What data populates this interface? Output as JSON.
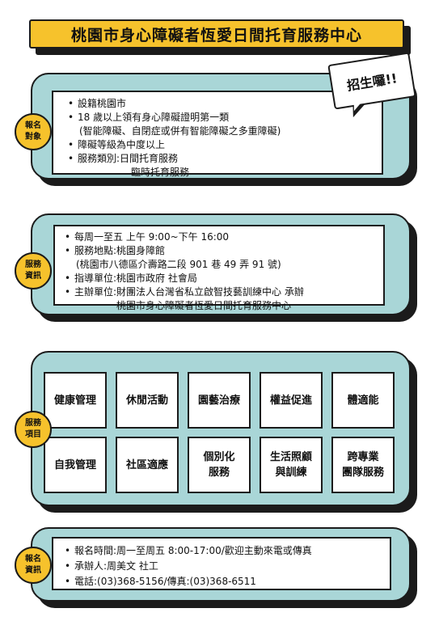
{
  "title": "桃園市身心障礙者恆愛日間托育服務中心",
  "bubble": "招生囉!!",
  "enrollment": {
    "badge": [
      "報名",
      "對象"
    ],
    "lines": [
      "設籍桃園市",
      "18 歲以上領有身心障礙證明第一類",
      "(智能障礙、自閉症或併有智能障礙之多重障礙)",
      "障礙等級為中度以上",
      "服務類別:日間托育服務",
      "臨時托育服務"
    ]
  },
  "service_info": {
    "badge": [
      "服務",
      "資訊"
    ],
    "lines": [
      "每周一至五 上午 9:00~下午 16:00",
      "服務地點:桃園身障館",
      "(桃園市八德區介壽路二段 901 巷 49 弄 91 號)",
      "指導單位:桃園市政府 社會局",
      "主辦單位:財團法人台灣省私立啟智技藝訓練中心 承辦",
      "桃園市身心障礙者恆愛日間托育服務中心"
    ]
  },
  "service_items": {
    "badge": [
      "服務",
      "項目"
    ],
    "tiles": [
      "健康管理",
      "休閒活動",
      "園藝治療",
      "權益促進",
      "體適能",
      "自我管理",
      "社區適應",
      "個別化\n服務",
      "生活照顧\n與訓練",
      "跨專業\n團隊服務"
    ]
  },
  "registration": {
    "badge": [
      "報名",
      "資訊"
    ],
    "lines": [
      "報名時間:周一至周五 8:00-17:00/歡迎主動來電或傳真",
      "承辦人:周美文 社工",
      "電話:(03)368-5156/傳真:(03)368-6511"
    ]
  },
  "colors": {
    "accent": "#f6c22c",
    "panel": "#a9d6d7",
    "ink": "#1b1b1b"
  }
}
